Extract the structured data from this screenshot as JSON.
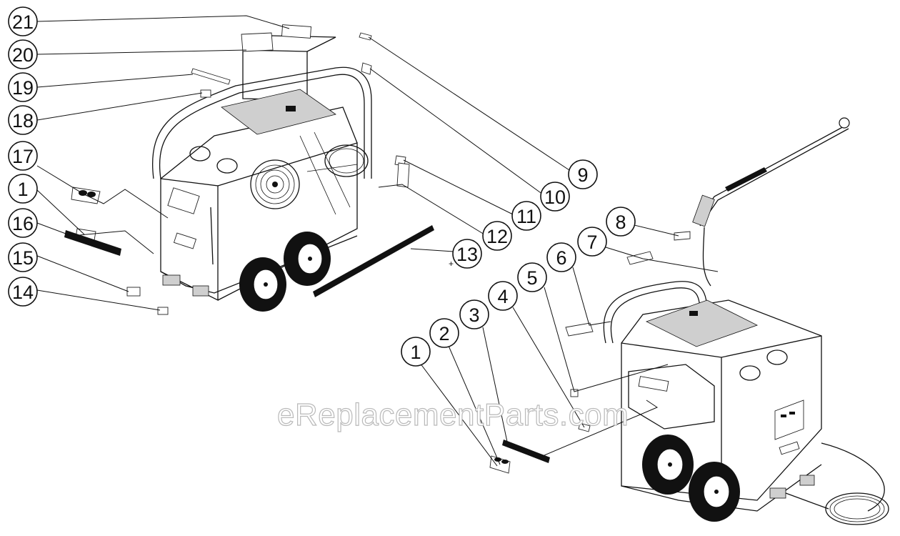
{
  "callouts": {
    "c21": "21",
    "c20": "20",
    "c19": "19",
    "c18": "18",
    "c17": "17",
    "c1a": "1",
    "c16": "16",
    "c15": "15",
    "c14": "14",
    "c9": "9",
    "c10": "10",
    "c11": "11",
    "c12": "12",
    "c13": "13",
    "c8": "8",
    "c7": "7",
    "c6": "6",
    "c5": "5",
    "c4": "4",
    "c3": "3",
    "c2": "2",
    "c1b": "1"
  },
  "watermark": "eReplacementParts.com",
  "colors": {
    "ink": "#111111",
    "watermark_outline": "#b9b9b9"
  }
}
